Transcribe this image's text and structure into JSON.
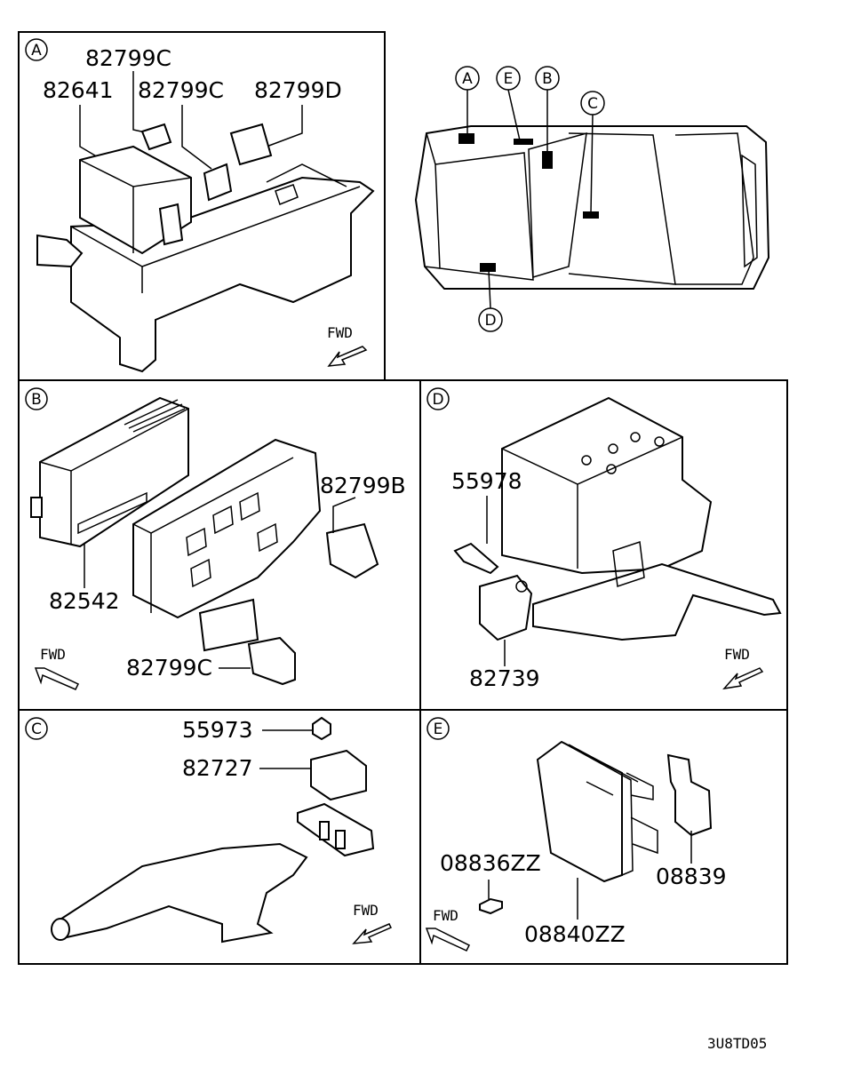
{
  "panels": {
    "a": {
      "letter": "A",
      "parts": [
        "82799C",
        "82641",
        "82799C",
        "82799D"
      ],
      "fwd": "FWD"
    },
    "b": {
      "letter": "B",
      "parts": [
        "82799B",
        "82542",
        "82799C"
      ],
      "fwd": "FWD"
    },
    "c": {
      "letter": "C",
      "parts": [
        "55973",
        "82727"
      ],
      "fwd": "FWD"
    },
    "d": {
      "letter": "D",
      "parts": [
        "55978",
        "82739"
      ],
      "fwd": "FWD"
    },
    "e": {
      "letter": "E",
      "parts": [
        "08836ZZ",
        "08839",
        "08840ZZ"
      ],
      "fwd": "FWD"
    }
  },
  "car_locator": {
    "markers": [
      "A",
      "E",
      "B",
      "C",
      "D"
    ]
  },
  "diagram_code": "3U8TD05"
}
